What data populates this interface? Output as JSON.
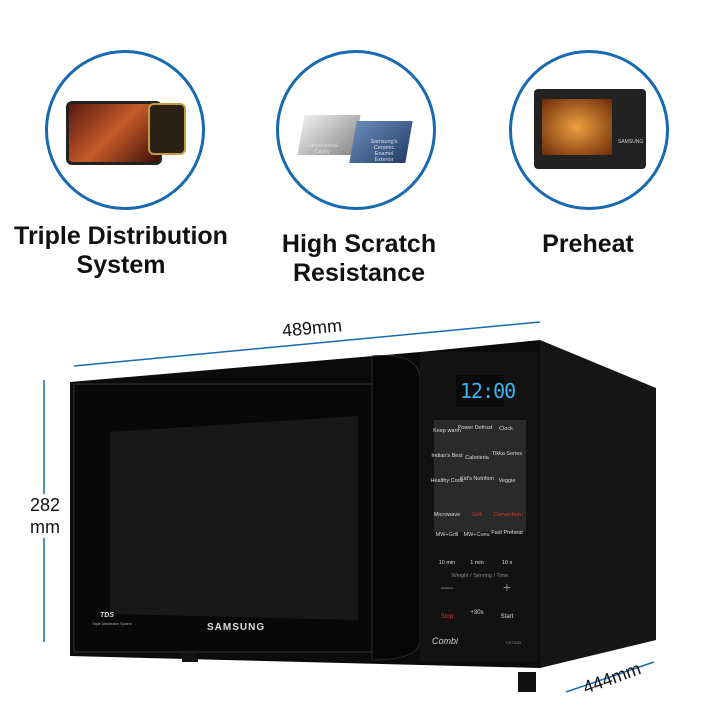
{
  "features": [
    {
      "label_line1": "Triple Distribution",
      "label_line2": "System",
      "icon": "tds-food-image"
    },
    {
      "label_line1": "High Scratch",
      "label_line2": "Resistance",
      "icon": "scratch-test-image",
      "caption_left": "Conventional Cavity",
      "caption_right": "Samsung's Ceramic Enamel Exterior"
    },
    {
      "label_line1": "Preheat",
      "label_line2": "",
      "icon": "microwave-interior-image"
    }
  ],
  "dimensions": {
    "width": "489mm",
    "height_value": "282",
    "height_unit": "mm",
    "depth": "444mm"
  },
  "colors": {
    "accent": "#1769b0",
    "display": "#3ab6f0",
    "red": "#e03a2c",
    "body": "#0b0b0b"
  },
  "microwave": {
    "brand": "SAMSUNG",
    "display": "12:00",
    "series": "Combi",
    "model": "CE73JD",
    "tds_label": "TDS",
    "tds_sub": "Triple Distribution System",
    "top_buttons": [
      "Keep warm",
      "Power Defrost",
      "Clock"
    ],
    "menu": [
      "Indian's Best",
      "Calorieria",
      "Tikka Series",
      "Healthy Cook",
      "Kid's Nutrition",
      "Veggie"
    ],
    "modes": [
      "Microwave",
      "Grill",
      "Convection",
      "MW+Grill",
      "MW+Conv.",
      "Fast Preheat"
    ],
    "combi_tag": "Combi",
    "time": [
      "10 min",
      "1 min",
      "10 s"
    ],
    "wst": "Weight / Serving / Time",
    "minus": "—",
    "plus": "+",
    "stop": "Stop",
    "plus30": "+30s",
    "start": "Start"
  }
}
